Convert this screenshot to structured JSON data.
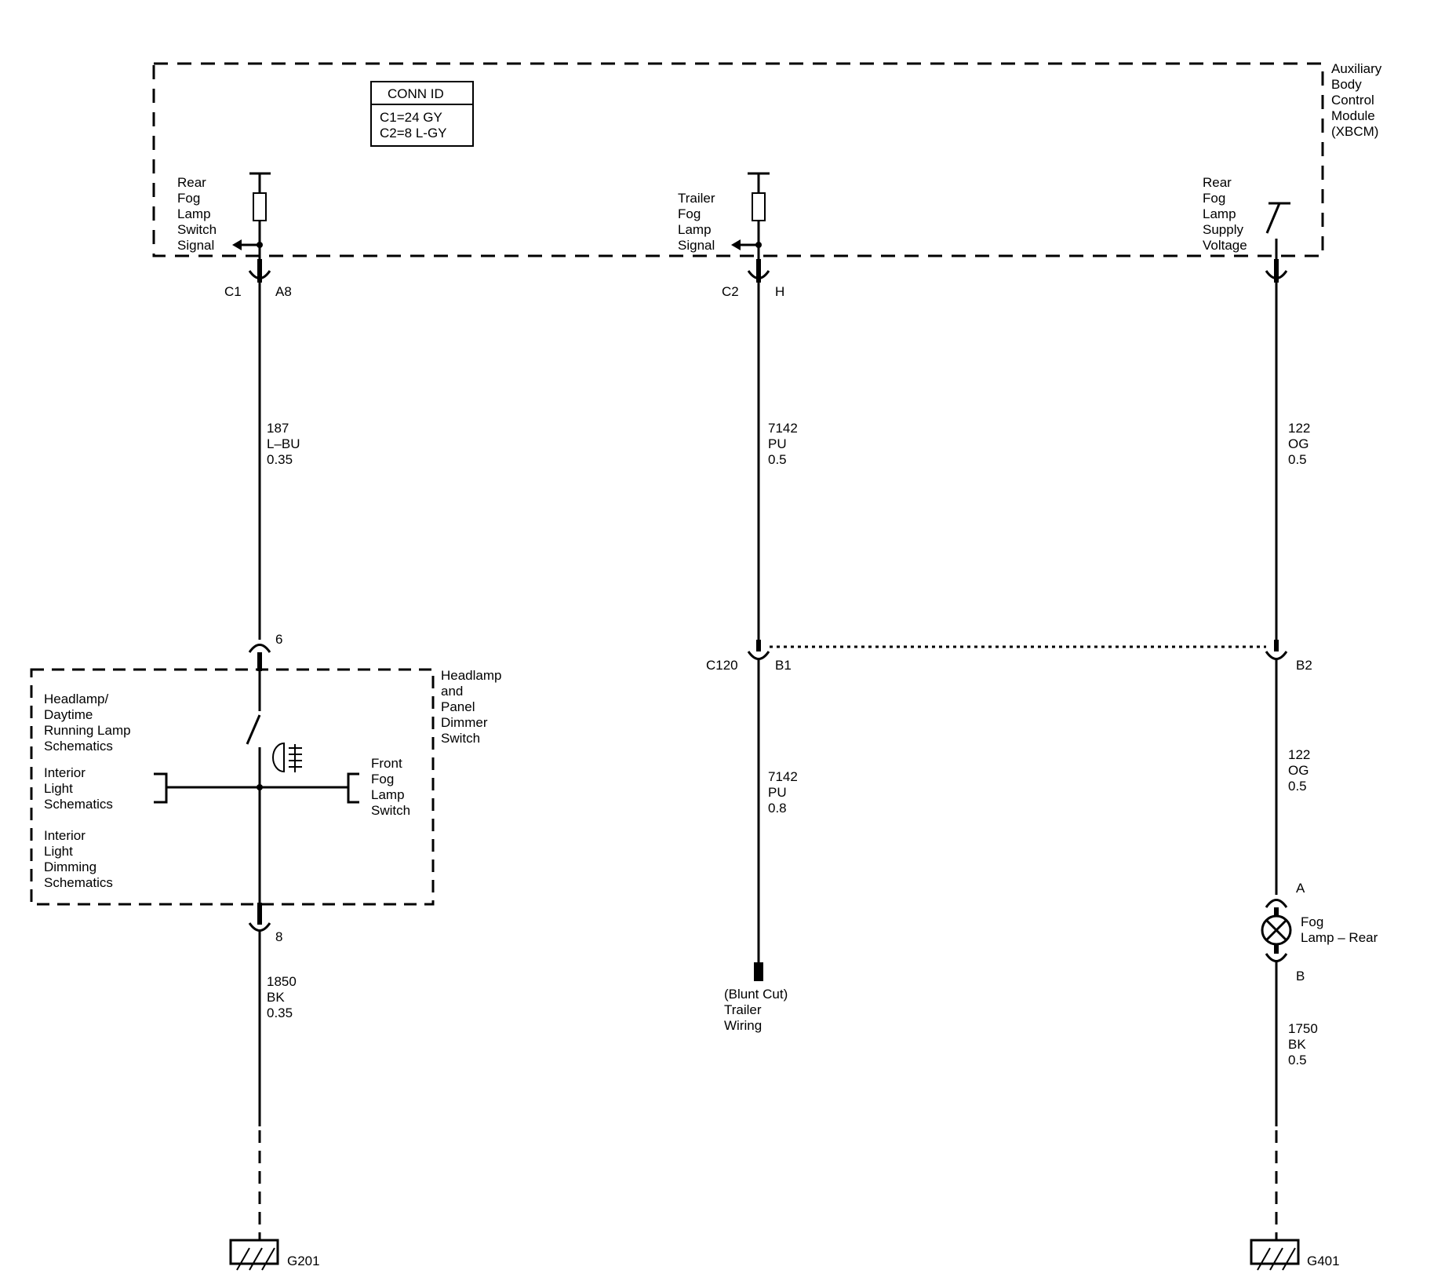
{
  "module": {
    "name_lines": [
      "Auxiliary",
      "Body",
      "Control",
      "Module",
      "(XBCM)"
    ],
    "conn_id": {
      "title": "CONN ID",
      "lines": [
        "C1=24 GY",
        "C2=8 L-GY"
      ]
    },
    "signals": {
      "rear_fog_switch": [
        "Rear",
        "Fog",
        "Lamp",
        "Switch",
        "Signal"
      ],
      "trailer_fog": [
        "Trailer",
        "Fog",
        "Lamp",
        "Signal"
      ],
      "rear_fog_supply": [
        "Rear",
        "Fog",
        "Lamp",
        "Supply",
        "Voltage"
      ]
    }
  },
  "connectors": {
    "c1": "C1",
    "c1_pin": "A8",
    "c2": "C2",
    "c2_pin": "H",
    "pin_6": "6",
    "pin_8": "8",
    "c120": "C120",
    "c120_b1": "B1",
    "c120_b2": "B2",
    "lamp_a": "A",
    "lamp_b": "B"
  },
  "wires": {
    "w187": [
      "187",
      "L–BU",
      "0.35"
    ],
    "w7142a": [
      "7142",
      "PU",
      "0.5"
    ],
    "w122a": [
      "122",
      "OG",
      "0.5"
    ],
    "w7142b": [
      "7142",
      "PU",
      "0.8"
    ],
    "w122b": [
      "122",
      "OG",
      "0.5"
    ],
    "w1850": [
      "1850",
      "BK",
      "0.35"
    ],
    "w1750": [
      "1750",
      "BK",
      "0.5"
    ]
  },
  "switch": {
    "name_lines": [
      "Headlamp",
      "and",
      "Panel",
      "Dimmer",
      "Switch"
    ],
    "refs": {
      "headlamp": [
        "Headlamp/",
        "Daytime",
        "Running Lamp",
        "Schematics"
      ],
      "interior": [
        "Interior",
        "Light",
        "Schematics"
      ],
      "dimming": [
        "Interior",
        "Light",
        "Dimming",
        "Schematics"
      ]
    },
    "front_fog": [
      "Front",
      "Fog",
      "Lamp",
      "Switch"
    ]
  },
  "trailer_wiring": [
    "(Blunt Cut)",
    "Trailer",
    "Wiring"
  ],
  "fog_lamp_rear": [
    "Fog",
    "Lamp – Rear"
  ],
  "grounds": {
    "g201": "G201",
    "g401": "G401"
  }
}
